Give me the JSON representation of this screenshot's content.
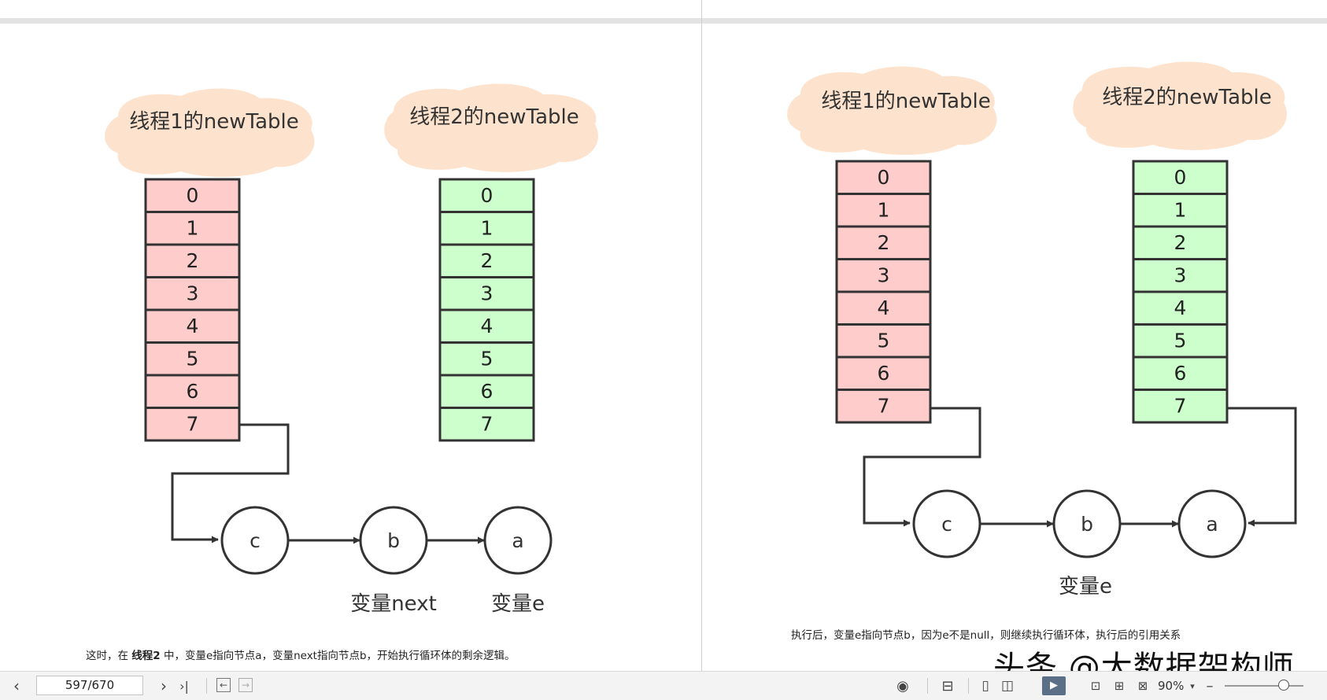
{
  "left_page": {
    "table1_title": "线程1的newTable",
    "table2_title": "线程2的newTable",
    "indices": [
      "0",
      "1",
      "2",
      "3",
      "4",
      "5",
      "6",
      "7"
    ],
    "nodes": [
      "c",
      "b",
      "a"
    ],
    "label_next": "变量next",
    "label_e": "变量e",
    "caption_pre": "这时，在 ",
    "caption_bold": "线程2",
    "caption_post": " 中，变量e指向节点a，变量next指向节点b，开始执行循环体的剩余逻辑。"
  },
  "right_page": {
    "table1_title": "线程1的newTable",
    "table2_title": "线程2的newTable",
    "indices": [
      "0",
      "1",
      "2",
      "3",
      "4",
      "5",
      "6",
      "7"
    ],
    "nodes": [
      "c",
      "b",
      "a"
    ],
    "label_e": "变量e",
    "caption": "执行后，变量e指向节点b，因为e不是null，则继续执行循环体，执行后的引用关系"
  },
  "watermark": "头条 @大数据架构师",
  "toolbar": {
    "page_indicator": "597/670",
    "zoom": "90%",
    "prev_icon": "chevron-left-icon",
    "next_icon": "chevron-right-icon",
    "last_icon": "last-page-icon"
  },
  "colors": {
    "table_red": "#ffcccc",
    "table_green": "#ccffcc",
    "cloud": "#fde3cd",
    "stroke": "#333333"
  }
}
